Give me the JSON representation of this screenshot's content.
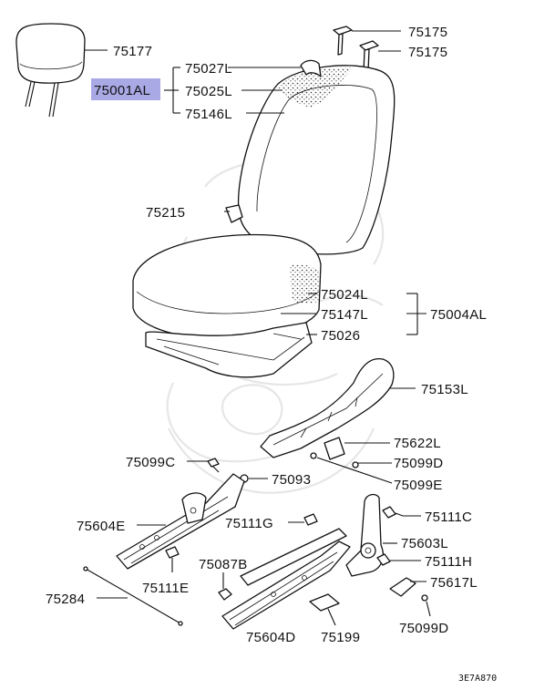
{
  "diagram": {
    "highlight_color": "#a9a9e6",
    "drawing_code": "3E7A870",
    "labels": {
      "headrest": "75177",
      "guide_a": "75175",
      "guide_b": "75175",
      "back_frame": "75027L",
      "back_assy": "75001AL",
      "back_pad": "75025L",
      "back_cover": "75146L",
      "hook": "75215",
      "cushion_cover": "75024L",
      "cushion_pad": "75147L",
      "cushion_assy": "75004AL",
      "cushion_frame": "75026",
      "side_shield": "75153L",
      "knob": "75622L",
      "screw_a": "75099D",
      "screw_b": "75099E",
      "bolt_left": "75099C",
      "nut_left": "75093",
      "slide_left": "75604E",
      "bolt_mid": "75111G",
      "recliner_bolt_upper": "75111C",
      "recliner": "75603L",
      "recliner_bolt_lower": "75111H",
      "bolt_left_bottom": "75111E",
      "nut_mid": "75087B",
      "cap": "75617L",
      "wire": "75284",
      "slide_right": "75604D",
      "spacer": "75199",
      "screw_cap": "75099D"
    }
  }
}
